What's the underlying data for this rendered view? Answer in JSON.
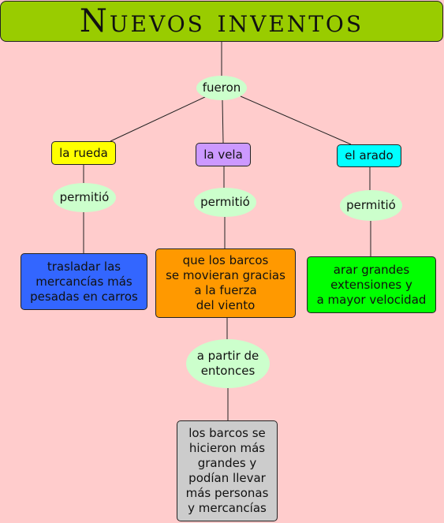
{
  "title": "Nuevos inventos",
  "links": {
    "fueron": "fueron",
    "permitio_rueda": "permitió",
    "permitio_vela": "permitió",
    "permitio_arado": "permitió",
    "a_partir": "a partir de\nentonces"
  },
  "concepts": {
    "rueda": "la rueda",
    "vela": "la vela",
    "arado": "el arado",
    "rueda_result": "trasladar las\nmercancías más\npesadas en carros",
    "vela_result": "que los barcos\nse movieran gracias\na la fuerza\ndel viento",
    "arado_result": "arar grandes\nextensiones y\na mayor velocidad",
    "barcos_result": "los barcos se\nhicieron más\ngrandes y\npodían llevar\nmás personas\ny mercancías"
  },
  "colors": {
    "background": "#ffcccc",
    "title": "#99cc00",
    "link": "#ccffcc",
    "rueda": "#ffff00",
    "vela": "#cc99ff",
    "arado": "#00ffff",
    "rueda_result": "#3366ff",
    "vela_result": "#ff9900",
    "arado_result": "#00ff00",
    "barcos_result": "#cccccc"
  }
}
